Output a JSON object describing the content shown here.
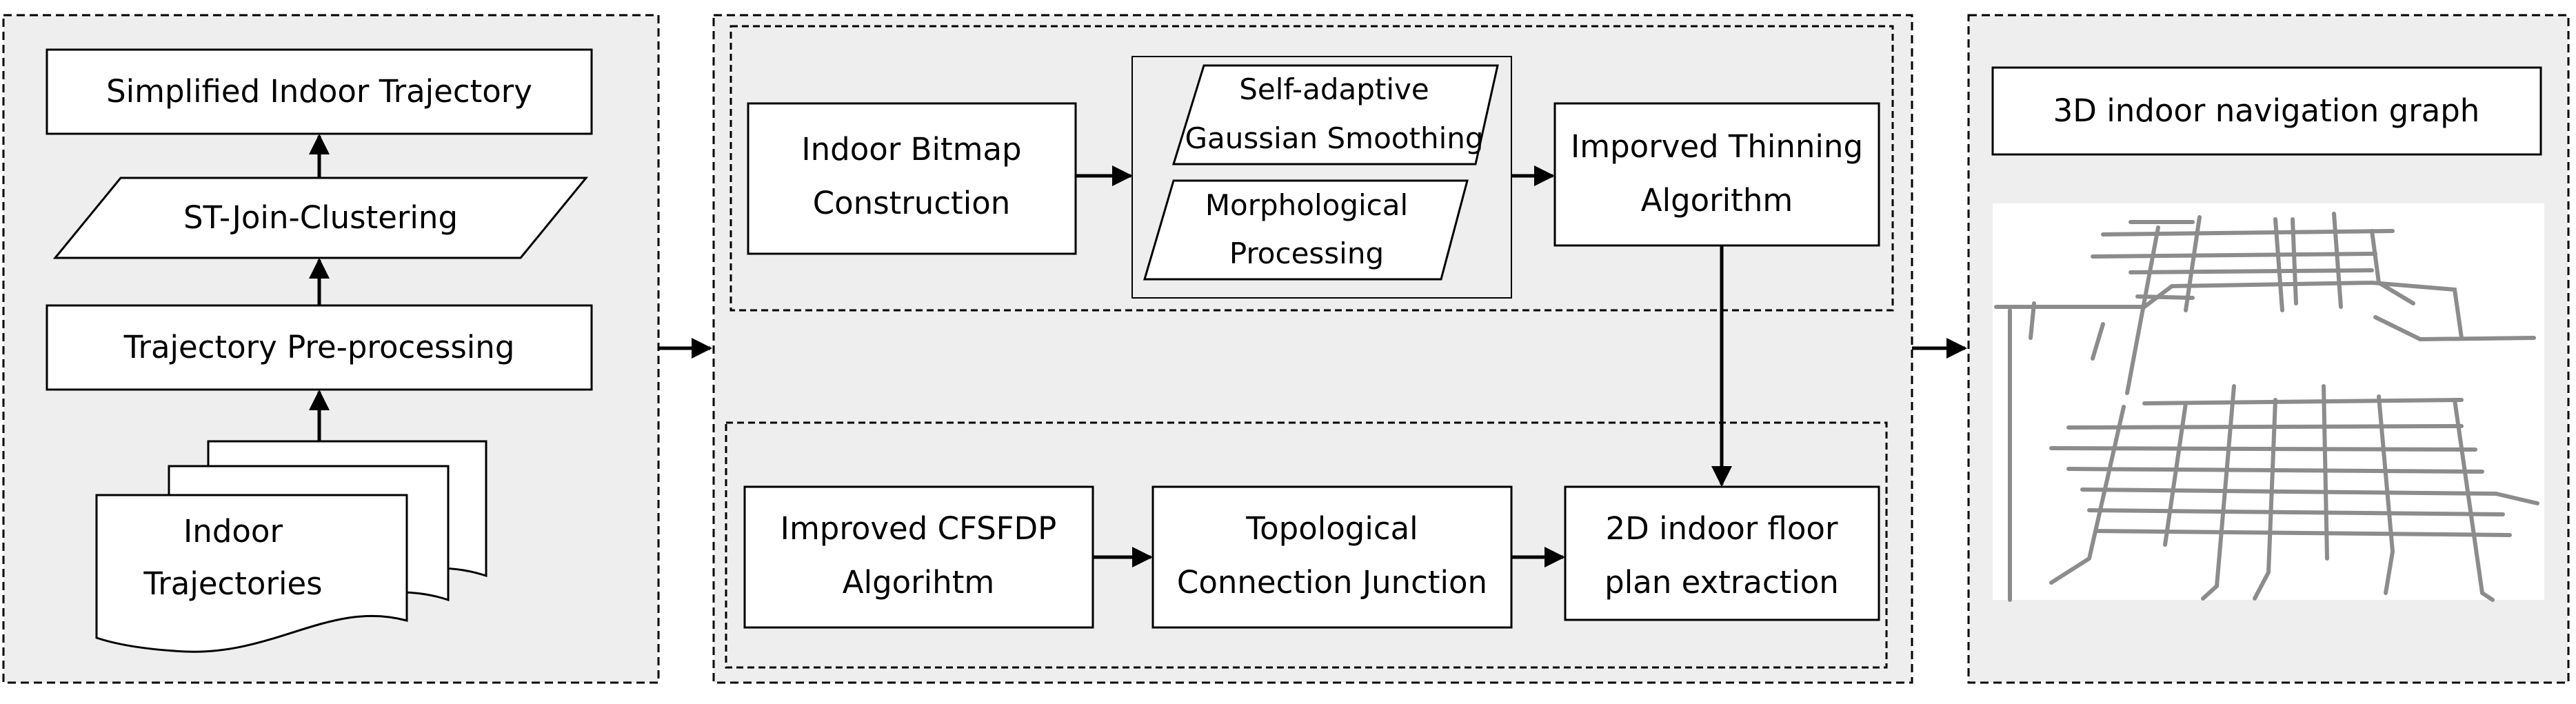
{
  "colors": {
    "panel_fill": "#eeeeee",
    "box_fill": "#ffffff",
    "stroke": "#000000",
    "graph_line": "#8c8c8c"
  },
  "left_panel": {
    "simplified": "Simplified Indoor Trajectory",
    "clustering": "ST-Join-Clustering",
    "preprocessing": "Trajectory Pre-processing",
    "trajectories_line1": "Indoor",
    "trajectories_line2": "Trajectories"
  },
  "middle_panel": {
    "bitmap_line1": "Indoor Bitmap",
    "bitmap_line2": "Construction",
    "gaussian_line1": "Self-adaptive",
    "gaussian_line2": "Gaussian Smoothing",
    "morph_line1": "Morphological",
    "morph_line2": "Processing",
    "thinning_line1": "Imporved Thinning",
    "thinning_line2": "Algorithm",
    "cfsfdp_line1": "Improved CFSFDP",
    "cfsfdp_line2": "Algorihtm",
    "junction_line1": "Topological",
    "junction_line2": "Connection Junction",
    "floorplan_line1": "2D indoor floor",
    "floorplan_line2": "plan extraction"
  },
  "right_panel": {
    "title": "3D indoor navigation graph"
  }
}
